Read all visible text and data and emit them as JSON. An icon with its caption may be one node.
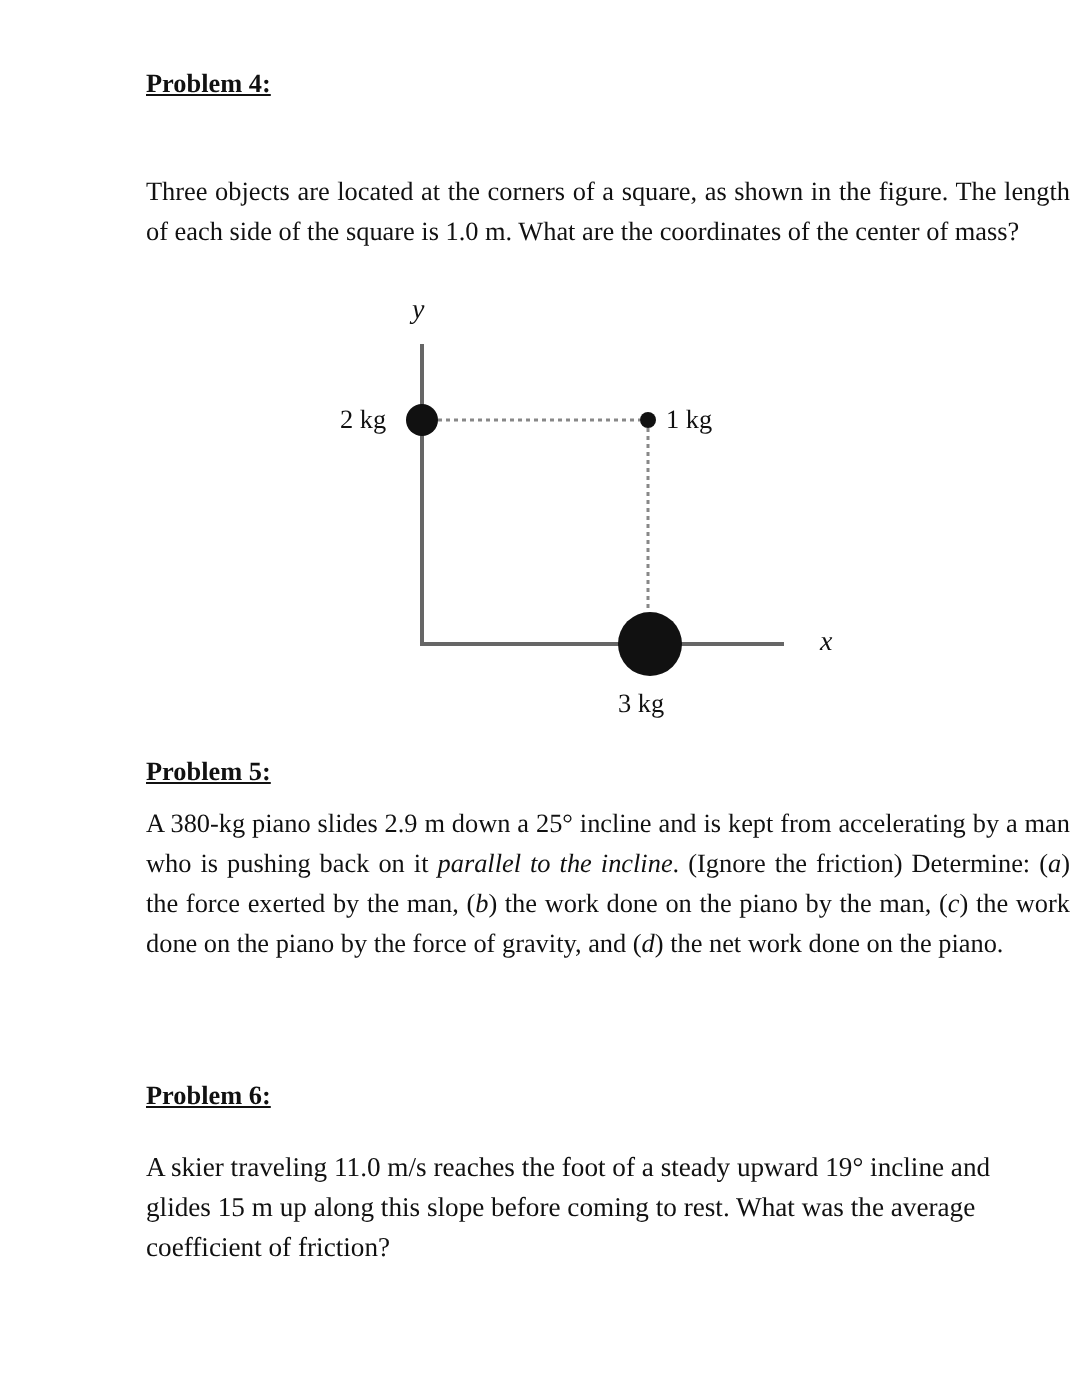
{
  "diagram": {
    "labels": [
      "Problem 4:",
      "Three objects are located at the corners of a square, as shown in the figure.  The length of each side of the square is 1.0 m.  What are the coordinates of the center of mass?",
      "y",
      "2 kg",
      "1 kg",
      "x",
      "3 kg",
      "Problem 5:",
      "A 380-kg piano slides 2.9 m down a 25° incline and is kept from accelerating by a man who is pushing back on it *parallel to the incline*. (Ignore the friction) Determine: (*a*) the force exerted by the man, (*b*) the work done on the piano by the man, (*c*) the work done on the piano by the force of gravity, and (*d*) the net work done on the piano.",
      "Problem 6:",
      "A skier traveling 11.0 m/s reaches the foot of a steady upward 19° incline and glides 15 m up along this slope before coming to rest. What was the average coefficient of friction?"
    ]
  }
}
